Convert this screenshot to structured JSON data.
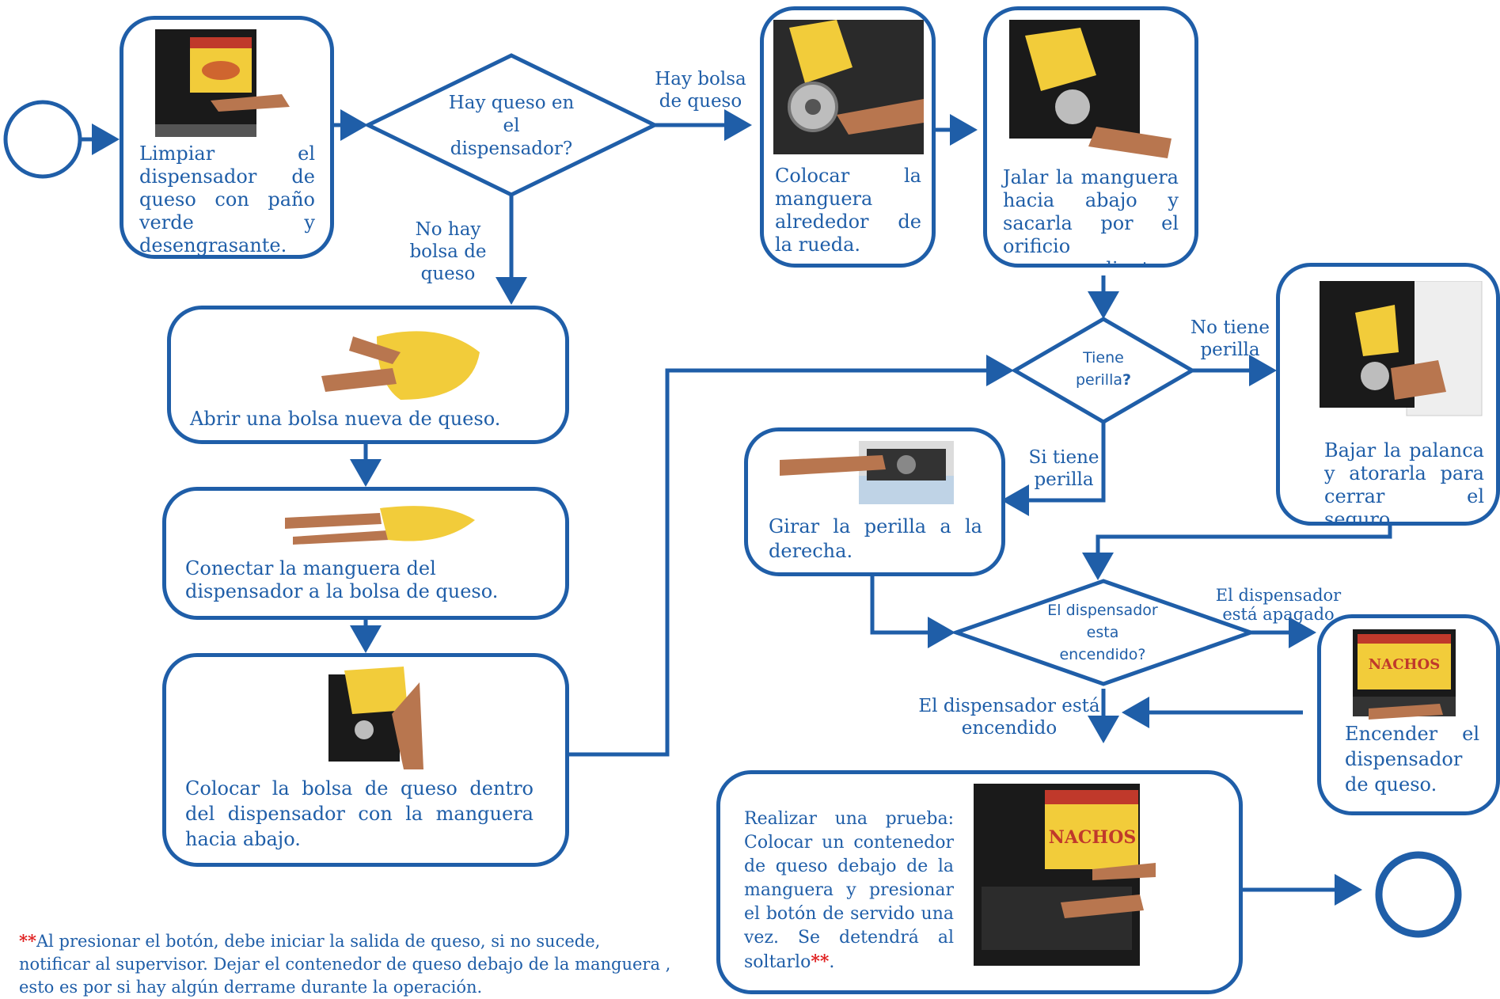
{
  "nodes": {
    "limpiar": "Limpiar el dispensador de queso con paño verde y desengrasante.",
    "decision_queso": "Hay queso en el dispensador?",
    "label_hay_bolsa": "Hay bolsa de queso",
    "label_no_hay_bolsa": "No hay bolsa de queso",
    "colocar_manguera": "Colocar la manguera alrededor de la rueda.",
    "jalar_manguera": "Jalar la manguera hacia abajo y sacarla por el orificio correspondiente.",
    "abrir_bolsa": "Abrir una bolsa nueva de queso.",
    "conectar_manguera": "Conectar la manguera del dispensador a la bolsa de queso.",
    "colocar_bolsa": "Colocar la bolsa de queso dentro del dispensador con la manguera hacia abajo.",
    "decision_perilla_1": "Tiene",
    "decision_perilla_2": "perilla",
    "decision_perilla_q": "?",
    "label_no_perilla": "No tiene perilla",
    "label_si_perilla": "Si tiene perilla",
    "bajar_palanca": "Bajar la palanca y atorarla para cerrar el seguro.",
    "girar_perilla": "Girar la perilla a la derecha.",
    "decision_encendido": "El dispensador esta encendido?",
    "label_apagado": "El dispensador está apagado",
    "label_encendido": "El dispensador está encendido",
    "encender": "Encender el dispensador de queso.",
    "prueba_main": "Realizar una prueba: Colocar un contenedor de queso debajo de la manguera y presionar el botón de servido una vez. Se detendrá al soltarlo",
    "prueba_mark": "**",
    "prueba_end": "."
  },
  "footnote": {
    "mark": "**",
    "text": "Al presionar el botón, debe iniciar  la salida de queso, si no sucede, notificar al supervisor.  Dejar el contenedor de queso debajo de la manguera , esto es por si hay algún derrame durante la operación."
  },
  "photos": {
    "limpiar": "hand-cleaning-nacho-dispenser",
    "colocar_manguera": "hand-placing-hose-around-wheel",
    "jalar_manguera": "hand-pulling-hose-down",
    "abrir_bolsa": "hands-opening-cheese-bag",
    "conectar_manguera": "hands-connecting-hose-to-bag",
    "colocar_bolsa": "cheese-bag-inside-dispenser",
    "bajar_palanca": "hand-lowering-lever",
    "girar_perilla": "hand-turning-knob",
    "encender": "hand-pressing-power-switch",
    "prueba": "nachos-dispenser-test"
  },
  "colors": {
    "primary": "#1f5ea8",
    "accent_red": "#e02020",
    "dispenser_body": "#1a1a1a",
    "cheese": "#f2cc3a",
    "skin": "#b8764f"
  }
}
